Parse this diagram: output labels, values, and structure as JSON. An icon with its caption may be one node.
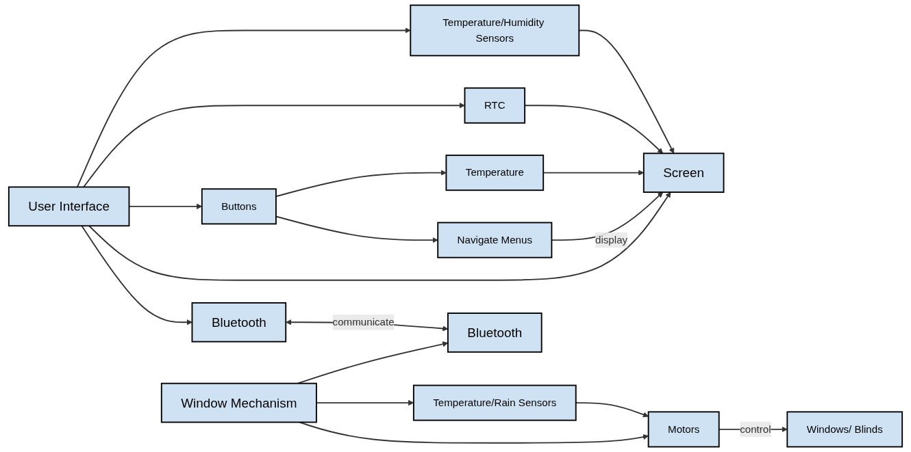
{
  "diagram": {
    "nodes": [
      {
        "text": [
          "User Interface"
        ]
      },
      {
        "text": [
          "Buttons"
        ]
      },
      {
        "text": [
          "Navigate Menus"
        ]
      },
      {
        "text": [
          "Temperature"
        ]
      },
      {
        "text": [
          "Screen"
        ]
      },
      {
        "text": [
          "RTC"
        ]
      },
      {
        "text": [
          "Temperature/Humidity Sensors"
        ]
      },
      {
        "text": [
          "Bluetooth"
        ]
      },
      {
        "text": [
          "Windows/ Blinds"
        ]
      },
      {
        "text": [
          "Motors"
        ]
      },
      {
        "text": [
          "Window Mechanism"
        ]
      },
      {
        "text": [
          "Temperature/Rain Sensors"
        ]
      },
      {
        "text": [
          "Bluetooth"
        ]
      }
    ],
    "edges": [
      {
        "from": 0,
        "to": 1,
        "arrow": "to"
      },
      {
        "from": 1,
        "to": 2,
        "arrow": "to"
      },
      {
        "from": 1,
        "to": 3,
        "arrow": "to"
      },
      {
        "from": 0,
        "to": 4,
        "arrow": "to"
      },
      {
        "from": 2,
        "to": 4,
        "arrow": "to",
        "label": "display"
      },
      {
        "from": 3,
        "to": 4,
        "arrow": "to"
      },
      {
        "from": 0,
        "to": 5,
        "arrow": "to"
      },
      {
        "from": 5,
        "to": 4,
        "arrow": "to"
      },
      {
        "from": 0,
        "to": 6,
        "arrow": "to"
      },
      {
        "from": 6,
        "to": 4,
        "arrow": "to"
      },
      {
        "from": 0,
        "to": 7,
        "arrow": "to"
      },
      {
        "from": 9,
        "to": 8,
        "arrow": "to",
        "label": "control"
      },
      {
        "from": 10,
        "to": 9,
        "arrow": "to"
      },
      {
        "from": 10,
        "to": 11,
        "arrow": "to"
      },
      {
        "from": 11,
        "to": 9,
        "arrow": "to"
      },
      {
        "from": 10,
        "to": 12,
        "arrow": "to"
      },
      {
        "from": 7,
        "to": 12,
        "arrow": "both",
        "label": "communicate"
      }
    ]
  }
}
